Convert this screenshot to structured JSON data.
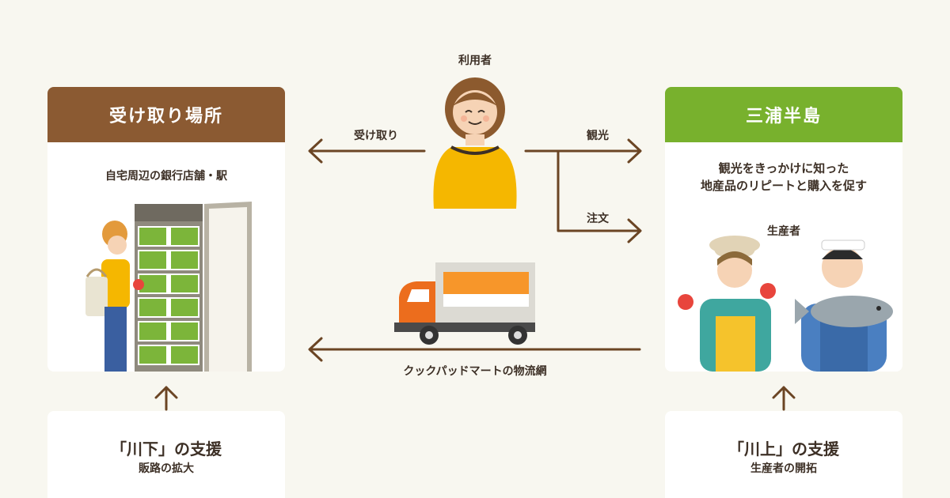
{
  "colors": {
    "brown": "#8b5a32",
    "green": "#78b12d",
    "arrow": "#6b4524",
    "background": "#f8f7f0",
    "card": "#ffffff"
  },
  "user": {
    "label": "利用者"
  },
  "arrows": {
    "pickup": "受け取り",
    "tourism": "観光",
    "order": "注文",
    "logistics": "クックパッドマートの物流網"
  },
  "left_card": {
    "title": "受け取り場所",
    "subtitle": "自宅周辺の銀行店舗・駅"
  },
  "right_card": {
    "title": "三浦半島",
    "description_line1": "観光をきっかけに知った",
    "description_line2": "地産品のリピートと購入を促す",
    "producer_label": "生産者"
  },
  "bottom_left": {
    "title": "「川下」の支援",
    "subtitle": "販路の拡大"
  },
  "bottom_right": {
    "title": "「川上」の支援",
    "subtitle": "生産者の開拓"
  }
}
